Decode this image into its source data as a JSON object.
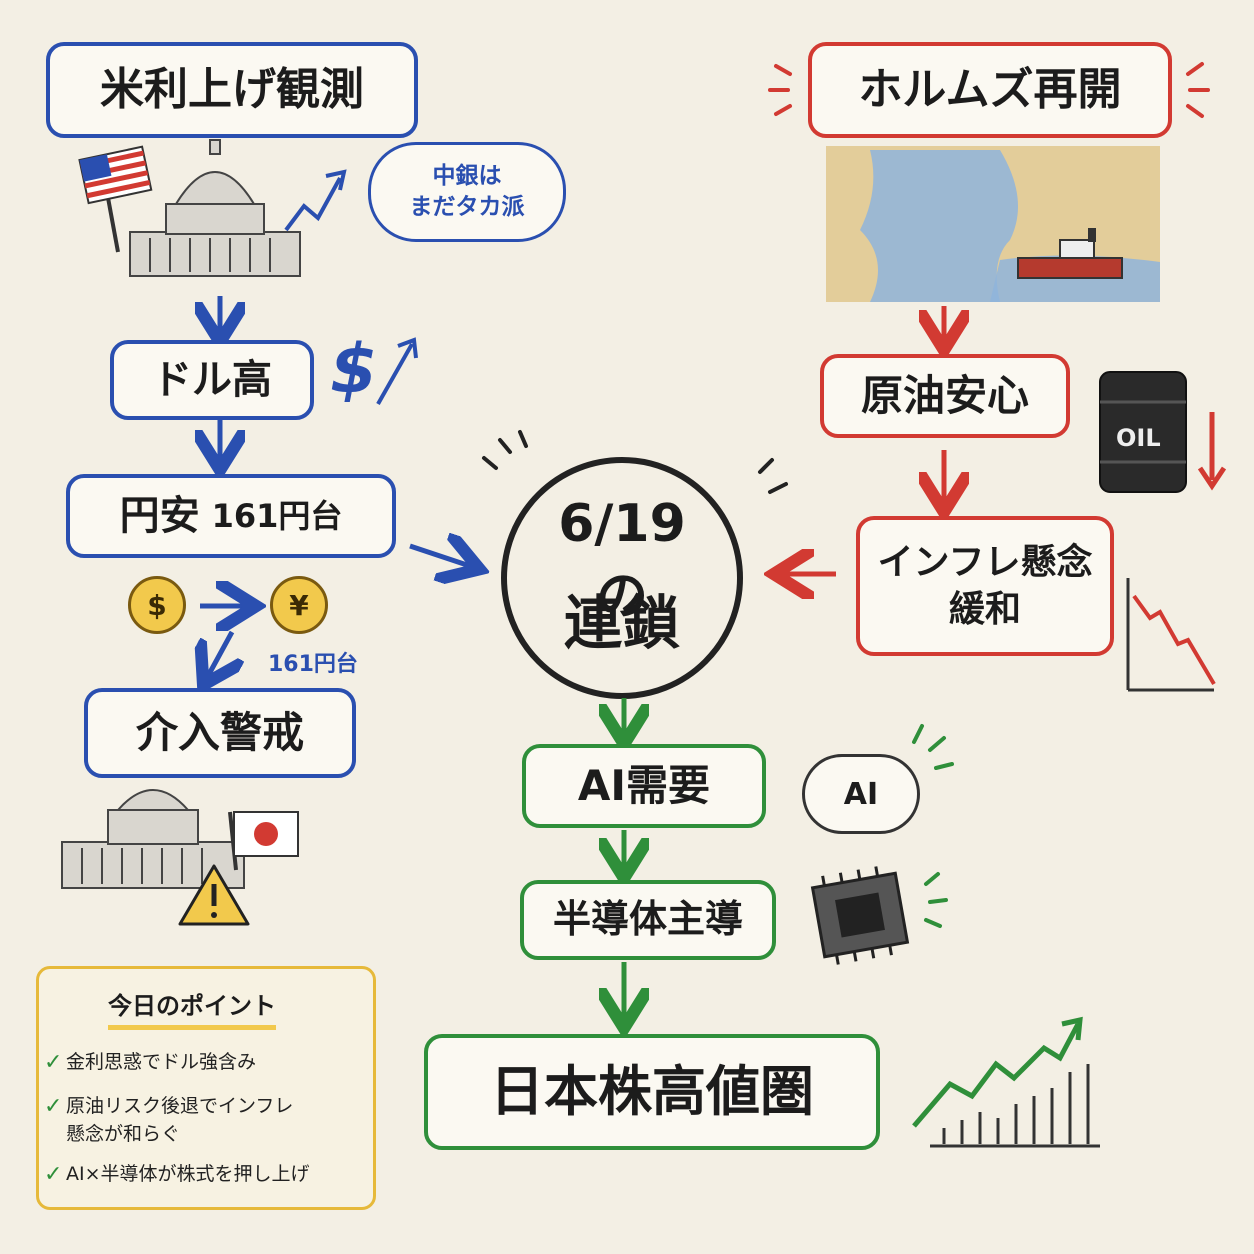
{
  "left_chain": {
    "rate_hike": "米利上げ観測",
    "cloud_line1": "中銀は",
    "cloud_line2": "まだタカ派",
    "dollar_high": "ドル高",
    "yen_weak": "円安",
    "yen_weak_level": "161円台",
    "dollar_symbol": "$",
    "yen_symbol": "¥",
    "coin_level": "161円台",
    "intervention": "介入警戒"
  },
  "right_chain": {
    "hormuz": "ホルムズ再開",
    "crude_relief": "原油安心",
    "oil_label": "OIL",
    "inflation_line1": "インフレ懸念",
    "inflation_line2": "緩和"
  },
  "center": {
    "line1": "6/19の",
    "line2": "連鎖"
  },
  "bottom_chain": {
    "ai_demand": "AI需要",
    "ai_label": "AI",
    "semis": "半導体主導",
    "stocks": "日本株高値圏"
  },
  "points": {
    "title": "今日のポイント",
    "check": "✓",
    "items": [
      "金利思惑でドル強含み",
      "原油リスク後退でインフレ懸念が和らぐ",
      "AI×半導体が株式を押し上げ"
    ],
    "item2_line1": "原油リスク後退でインフレ",
    "item2_line2": "懸念が和らぐ"
  },
  "colors": {
    "blue": "#2a4fb0",
    "red": "#d23a32",
    "green": "#2f8f3a",
    "yellow": "#f2c94c"
  }
}
